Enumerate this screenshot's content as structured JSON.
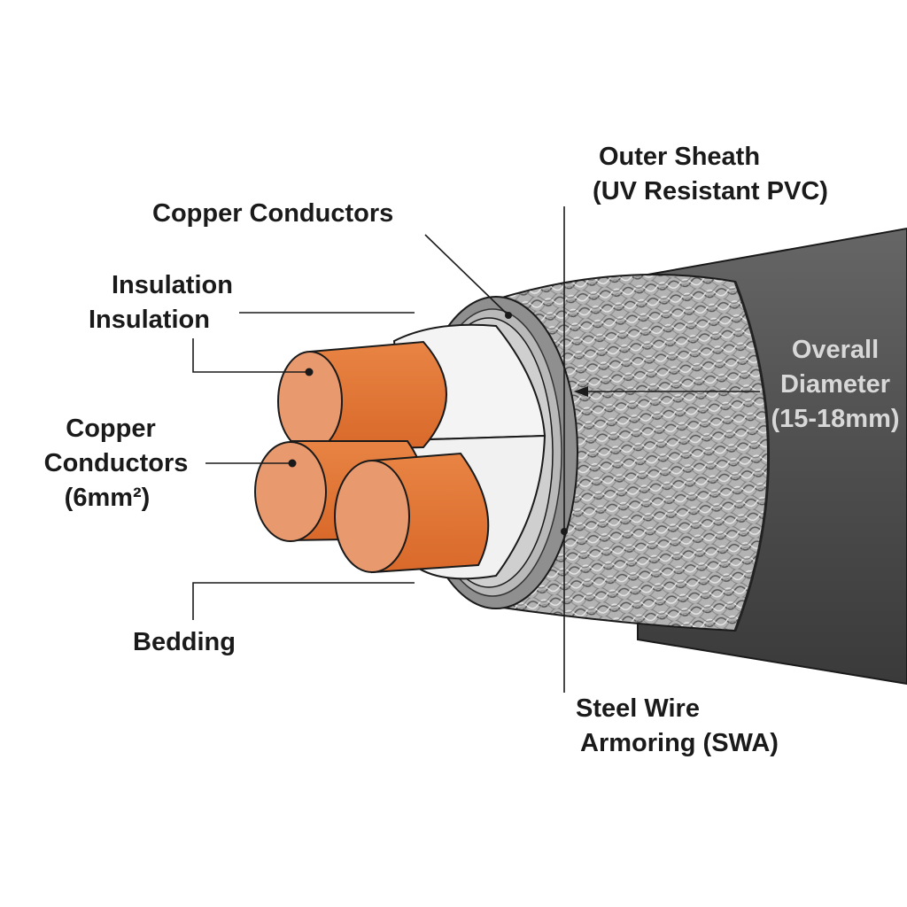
{
  "labels": {
    "outer_sheath": {
      "line1": "Outer Sheath",
      "line2": "(UV Resistant PVC)"
    },
    "copper_conductors_top": "Copper Conductors",
    "insulation": {
      "line1": "Insulation",
      "line2": "Insulation"
    },
    "copper_conductors_left": {
      "line1": "Copper",
      "line2": "Conductors",
      "line3": "(6mm²)"
    },
    "bedding": "Bedding",
    "overall_diameter": {
      "line1": "Overall",
      "line2": "Diameter",
      "line3": "(15-18mm)"
    },
    "steel_wire_armoring": {
      "line1": "Steel Wire",
      "line2": "Armoring (SWA)"
    }
  },
  "colors": {
    "copper_face": "#e9996e",
    "copper_body": "#e07530",
    "insulation": "#f4f4f4",
    "bedding": "#cfcfcf",
    "inner_sheath": "#8f8f8f",
    "armour": "#a9a9a9",
    "outer_sheath": "#4e4e4e",
    "outline": "#1a1a1a"
  }
}
